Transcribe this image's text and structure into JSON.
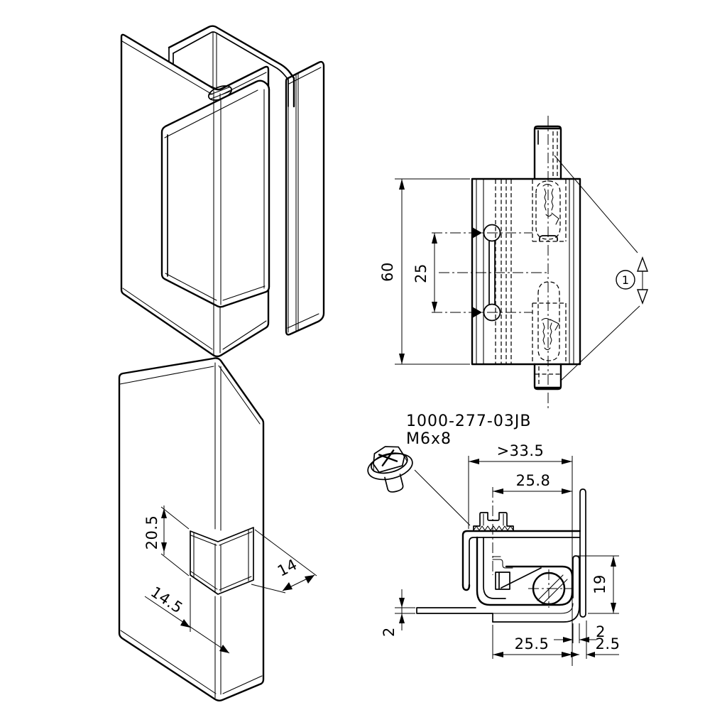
{
  "drawing": {
    "background": "#ffffff",
    "line_color": "#000000",
    "part_label": {
      "part_number": "1000-277-03JB",
      "thread_size": "M6x8"
    },
    "front_view": {
      "dim_total_height": "60",
      "dim_hole_spacing": "25",
      "balloon_number": "1"
    },
    "section_view": {
      "dim_min_width": ">33.5",
      "dim_screw_offset": "25.8",
      "dim_flange_height": "19",
      "dim_sheet_thickness_left": "2",
      "dim_sheet_thickness_right": "2",
      "dim_bottom_width": "25.5",
      "dim_edge_gap": "2.5"
    },
    "cutout_view": {
      "dim_cutout_height": "20.5",
      "dim_cutout_width": "14",
      "dim_cutout_offset": "14.5"
    }
  }
}
